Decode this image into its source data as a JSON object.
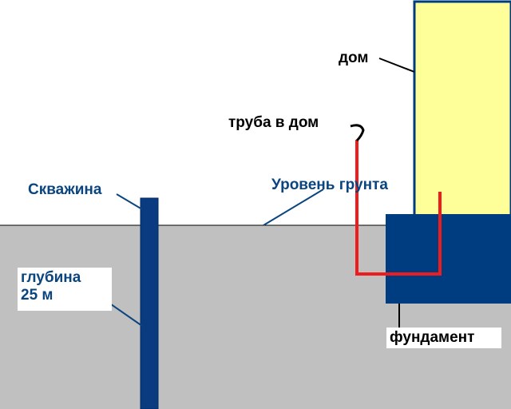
{
  "labels": {
    "house": "дом",
    "pipe": "труба в дом",
    "well": "Скважина",
    "ground_level": "Уровень грунта",
    "depth_line1": "глубина",
    "depth_line2": "25 м",
    "foundation": "фундамент"
  },
  "colors": {
    "sky": "#ffffff",
    "ground": "#c0c0c0",
    "house_fill": "#ffff99",
    "house_border": "#003d80",
    "foundation": "#003d80",
    "well": "#0a3a80",
    "pipe": "#ee1c1c",
    "label_blue": "#0a4580",
    "label_black": "#000000"
  }
}
